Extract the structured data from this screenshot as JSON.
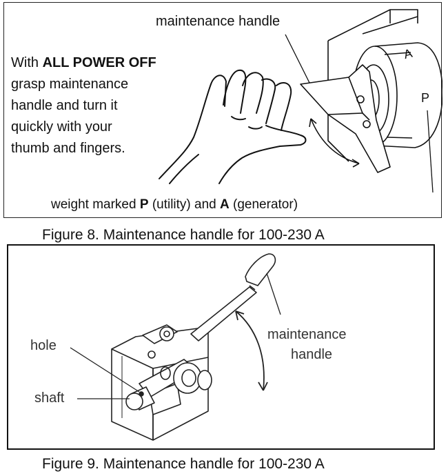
{
  "figure8": {
    "handle_label": "maintenance handle",
    "instruction": {
      "line1_prefix": "With",
      "line1_bold": "ALL POWER OFF",
      "line2": "grasp maintenance",
      "line3": "handle and turn it",
      "line4": "quickly with your",
      "line5": "thumb and fingers."
    },
    "weights": {
      "prefix": "weight marked",
      "p": "P",
      "p_desc": "(utility) and",
      "a": "A",
      "a_desc": "(generator)"
    },
    "weight_letters": {
      "a": "A",
      "p": "P"
    },
    "caption": "Figure 8.  Maintenance handle for 100-230 A"
  },
  "figure9": {
    "hole_label": "hole",
    "shaft_label": "shaft",
    "handle_label_line1": "maintenance",
    "handle_label_line2": "handle",
    "caption": "Figure 9.  Maintenance handle for 100-230 A"
  },
  "icons": [
    "hand-illustration-icon",
    "rotary-switch-illustration-icon",
    "lever-mechanism-illustration-icon",
    "rotation-arrow-icon"
  ]
}
